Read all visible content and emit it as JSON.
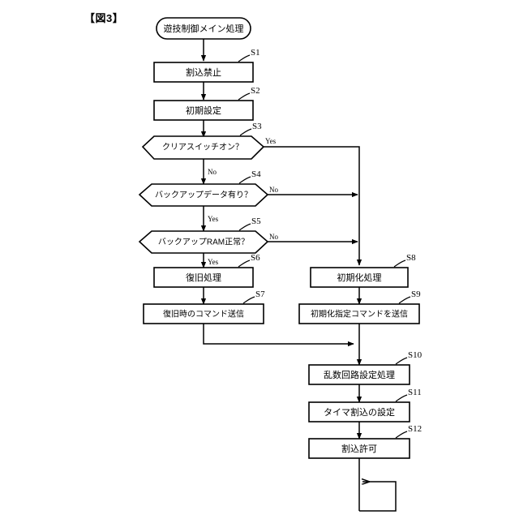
{
  "figure": {
    "label": "【図3】"
  },
  "flowchart": {
    "title": "遊技制御メイン処理",
    "start_node": {
      "id": "start",
      "shape": "terminator",
      "text": "遊技制御メイン処理"
    },
    "branch_labels": {
      "yes": "Yes",
      "no": "No"
    },
    "nodes": [
      {
        "id": "S1",
        "step": "S1",
        "shape": "process",
        "text": "割込禁止"
      },
      {
        "id": "S2",
        "step": "S2",
        "shape": "process",
        "text": "初期設定"
      },
      {
        "id": "S3",
        "step": "S3",
        "shape": "decision",
        "text": "クリアスイッチオン？"
      },
      {
        "id": "S4",
        "step": "S4",
        "shape": "decision",
        "text": "バックアップデータ有り？"
      },
      {
        "id": "S5",
        "step": "S5",
        "shape": "decision",
        "text": "バックアップRAM正常？"
      },
      {
        "id": "S6",
        "step": "S6",
        "shape": "process",
        "text": "復旧処理"
      },
      {
        "id": "S7",
        "step": "S7",
        "shape": "process",
        "text": "復旧時のコマンド送信"
      },
      {
        "id": "S8",
        "step": "S8",
        "shape": "process",
        "text": "初期化処理"
      },
      {
        "id": "S9",
        "step": "S9",
        "shape": "process",
        "text": "初期化指定コマンドを送信"
      },
      {
        "id": "S10",
        "step": "S10",
        "shape": "process",
        "text": "乱数回路設定処理"
      },
      {
        "id": "S11",
        "step": "S11",
        "shape": "process",
        "text": "タイマ割込の設定"
      },
      {
        "id": "S12",
        "step": "S12",
        "shape": "process",
        "text": "割込許可"
      }
    ],
    "edges": [
      {
        "from": "start",
        "to": "S1",
        "label": ""
      },
      {
        "from": "S1",
        "to": "S2",
        "label": ""
      },
      {
        "from": "S2",
        "to": "S3",
        "label": ""
      },
      {
        "from": "S3",
        "to": "S4",
        "label": "No"
      },
      {
        "from": "S3",
        "to": "S8",
        "label": "Yes"
      },
      {
        "from": "S4",
        "to": "S5",
        "label": "Yes"
      },
      {
        "from": "S4",
        "to": "S8",
        "label": "No"
      },
      {
        "from": "S5",
        "to": "S6",
        "label": "Yes"
      },
      {
        "from": "S5",
        "to": "S8",
        "label": "No"
      },
      {
        "from": "S6",
        "to": "S7",
        "label": ""
      },
      {
        "from": "S7",
        "to": "S10",
        "label": ""
      },
      {
        "from": "S8",
        "to": "S9",
        "label": ""
      },
      {
        "from": "S9",
        "to": "S10",
        "label": ""
      },
      {
        "from": "S10",
        "to": "S11",
        "label": ""
      },
      {
        "from": "S11",
        "to": "S12",
        "label": ""
      },
      {
        "from": "S12",
        "to": "loop",
        "label": ""
      }
    ],
    "loop_back": {
      "id": "loop",
      "description": "無限ループ"
    }
  }
}
